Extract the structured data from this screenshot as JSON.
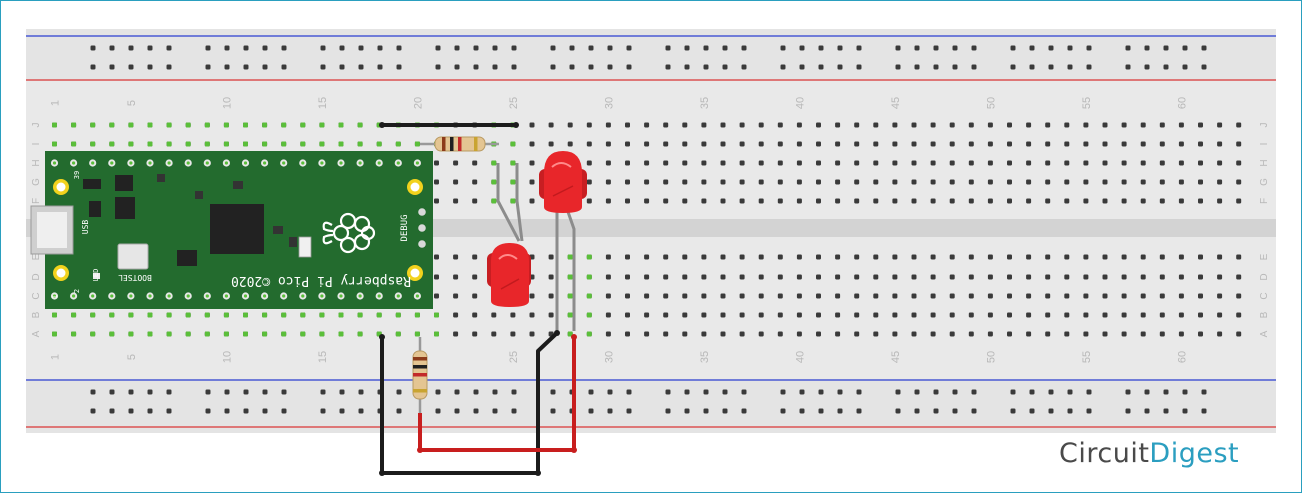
{
  "breadboard": {
    "rows_top": [
      "J",
      "I",
      "H",
      "G",
      "F"
    ],
    "rows_bottom": [
      "E",
      "D",
      "C",
      "B",
      "A"
    ],
    "column_numbers": [
      "1",
      "5",
      "10",
      "15",
      "20",
      "25",
      "30",
      "35",
      "40",
      "45",
      "50",
      "55",
      "60"
    ]
  },
  "pico": {
    "name": "Raspberry Pi Pico ©2020",
    "usb_label": "USB",
    "debug_label": "DEBUG",
    "bootsel_label": "BOOTSEL",
    "led_label": "LED",
    "pin_numbers": [
      "39",
      "2",
      "1"
    ]
  },
  "brand": {
    "part1": "Circuit",
    "part2": "Digest"
  },
  "colors": {
    "breadboard": "#e9e9e9",
    "rail_blue": "#2b3fd1",
    "rail_red": "#d93636",
    "pcb": "#236b2e",
    "wire_black": "#1c1c1c",
    "wire_red": "#c81e1e",
    "wire_gray": "#8c8c8c",
    "led": "#e8262a",
    "active_hole": "#5bbf3a",
    "brand_dark": "#4a4a4a",
    "brand_blue": "#2b9ec0"
  }
}
